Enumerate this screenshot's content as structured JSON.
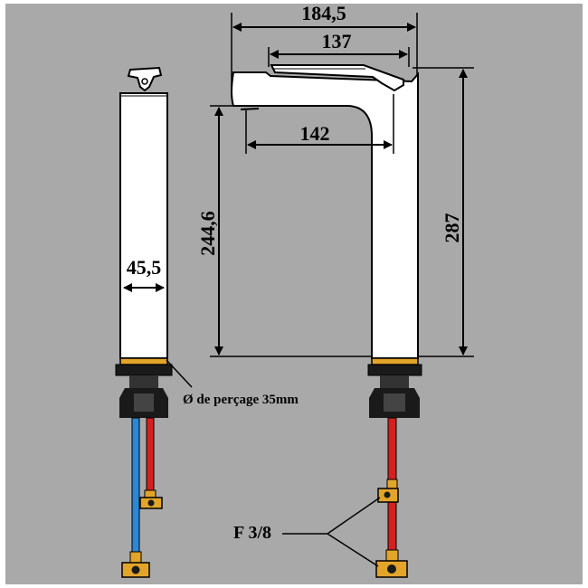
{
  "colors": {
    "background": "#a9a9a9",
    "body": "#ffffff",
    "outline": "#000000",
    "brass": "#e2a52a",
    "hose_hot": "#d42020",
    "hose_cold": "#2a88d8",
    "nut": "#1a1a1a"
  },
  "dimensions": {
    "total_length": "184,5",
    "handle_length": "137",
    "spout_reach": "142",
    "body_width": "45,5",
    "spout_height": "244,6",
    "total_height": "287"
  },
  "labels": {
    "drilling": "Ø de perçage 35mm",
    "connection": "F 3/8"
  }
}
